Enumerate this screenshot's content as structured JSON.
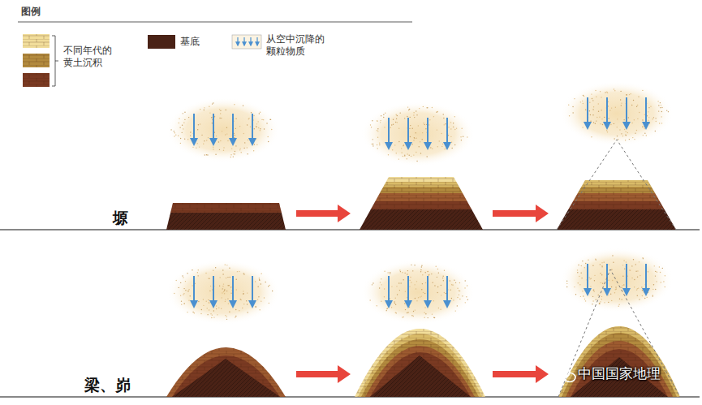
{
  "diagram": {
    "title": "图例",
    "labels": [
      "塬",
      "梁、峁",
      "中国国家地理"
    ],
    "legend": [
      {
        "text": "不同年代的 黄土沉积"
      },
      {
        "text": "基底",
        "color": "#4a2216"
      },
      {
        "text": "从空中沉降的 颗粒物质"
      }
    ]
  }
}
